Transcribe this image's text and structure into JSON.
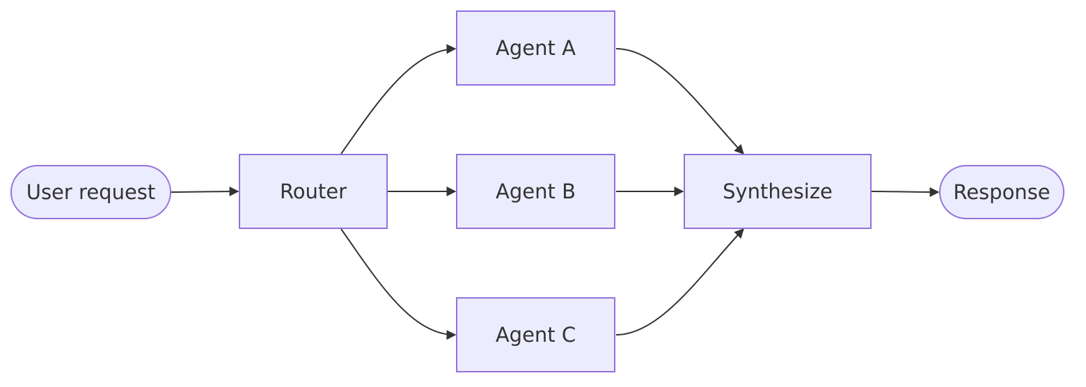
{
  "diagram": {
    "nodes": {
      "user_request": "User request",
      "router": "Router",
      "agent_a": "Agent A",
      "agent_b": "Agent B",
      "agent_c": "Agent C",
      "synthesize": "Synthesize",
      "response": "Response"
    },
    "edges": [
      {
        "from": "User request",
        "to": "Router"
      },
      {
        "from": "Router",
        "to": "Agent A"
      },
      {
        "from": "Router",
        "to": "Agent B"
      },
      {
        "from": "Router",
        "to": "Agent C"
      },
      {
        "from": "Agent A",
        "to": "Synthesize"
      },
      {
        "from": "Agent B",
        "to": "Synthesize"
      },
      {
        "from": "Agent C",
        "to": "Synthesize"
      },
      {
        "from": "Synthesize",
        "to": "Response"
      }
    ],
    "colors": {
      "node_fill": "#ececff",
      "node_border": "#9370db",
      "edge": "#333333",
      "text": "#333333"
    }
  }
}
